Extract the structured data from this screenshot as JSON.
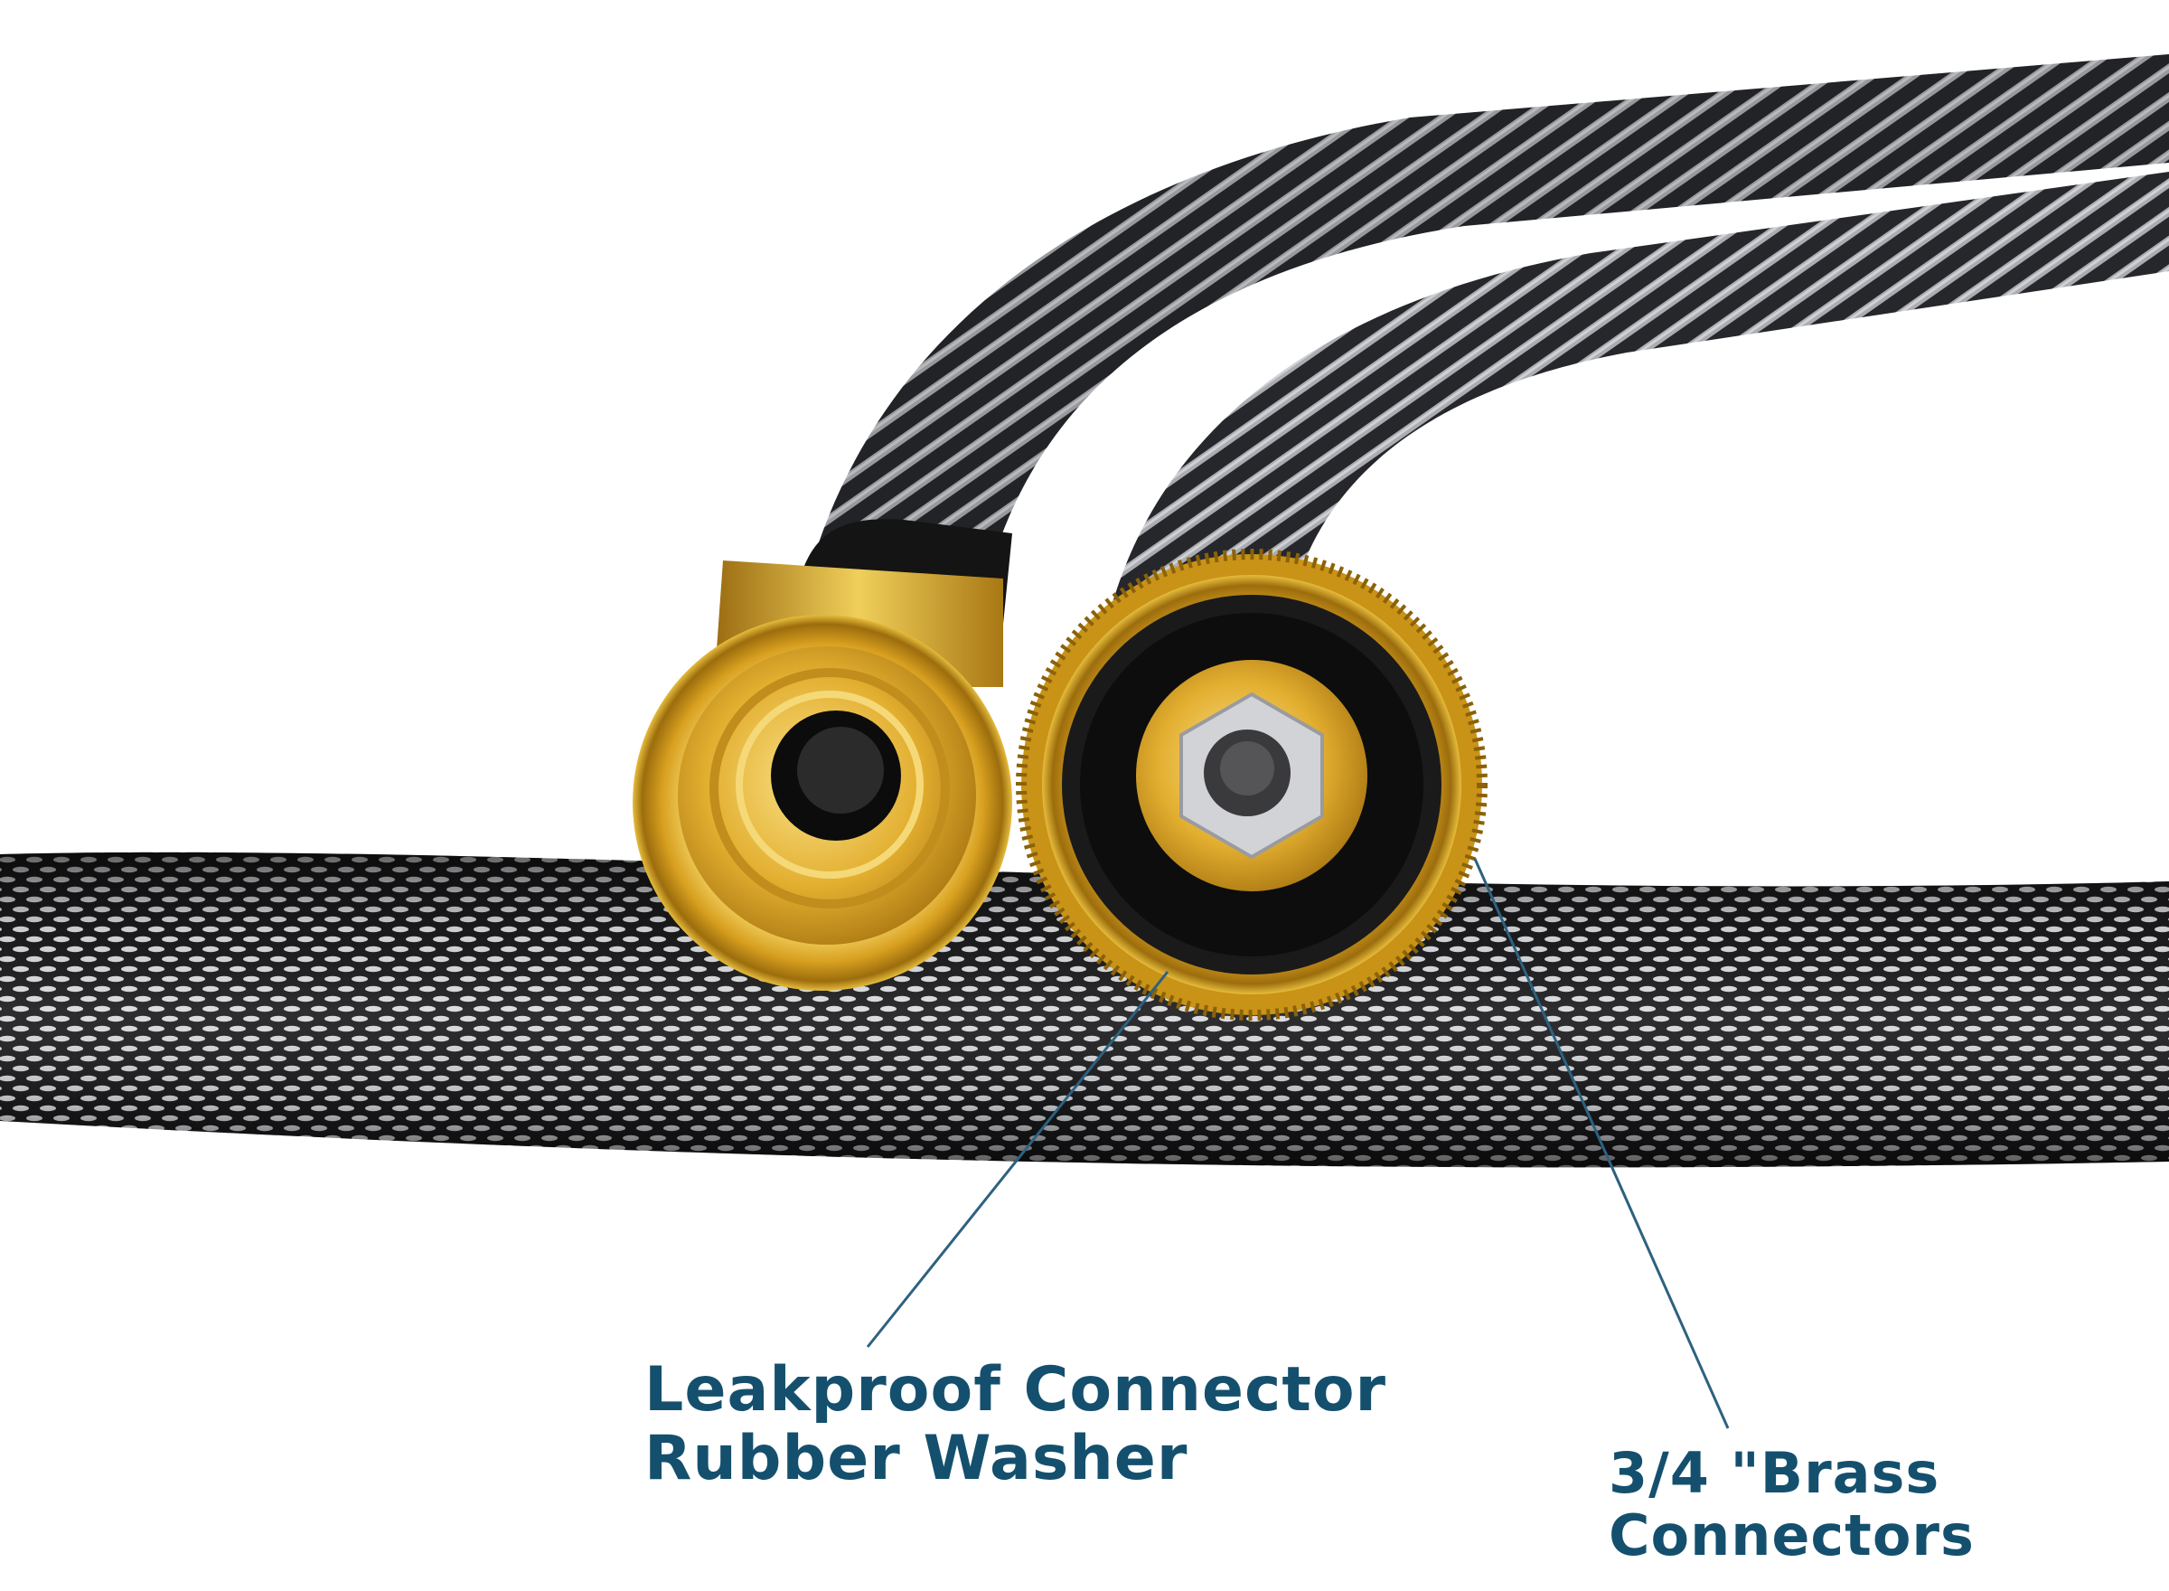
{
  "photo": {
    "subject": "braided-garden-hose-with-brass-connectors",
    "colors": {
      "background": "#ffffff",
      "braid_dark": "#1c1c1e",
      "braid_light": "#d7d8dc",
      "brass": "#d9a52a",
      "brass_highlight": "#f6d76a",
      "washer": "#111111",
      "leader_line": "#2d6180",
      "label": "#14506e"
    }
  },
  "callouts": {
    "washer": {
      "line1": "Leakproof Connector",
      "line2": "Rubber Washer"
    },
    "brass": {
      "line1": "3/4 \"Brass",
      "line2": "Connectors"
    }
  }
}
